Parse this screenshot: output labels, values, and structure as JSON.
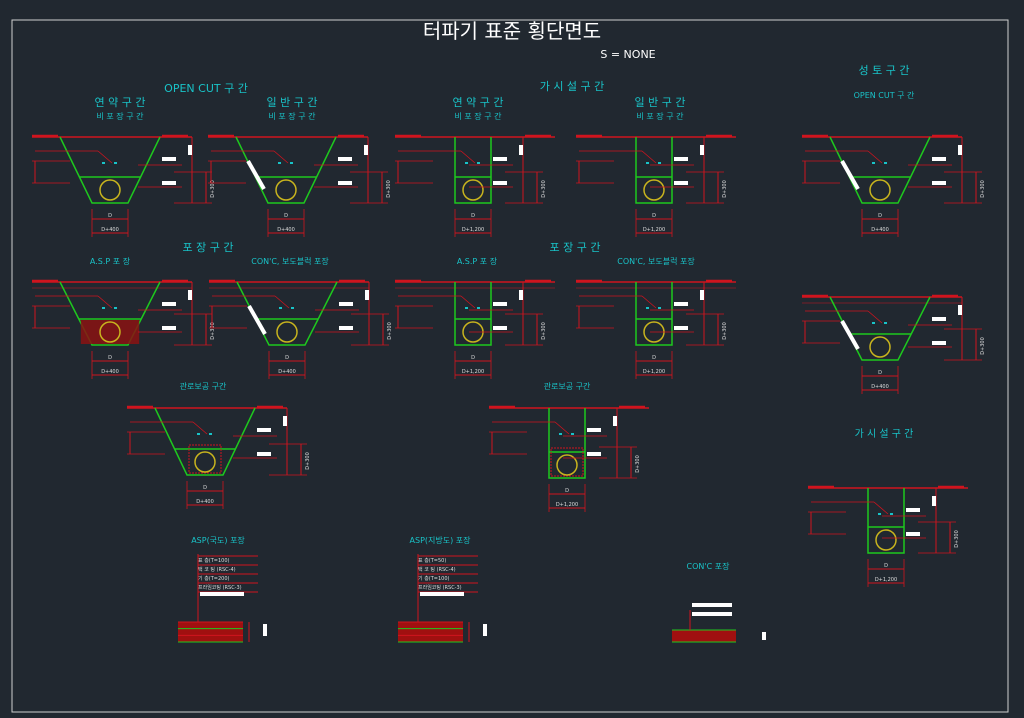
{
  "title": "터파기 표준 횡단면도",
  "scale": "S = NONE",
  "groups": {
    "open_cut": "OPEN CUT 구 간",
    "temporary": "가 시 설 구 간",
    "embankment": "성 토 구 간",
    "embankment_open_cut": "OPEN CUT 구 간",
    "embankment_temporary": "가 시 설 구 간",
    "pavement_left": "포 장 구 간",
    "pavement_right": "포 장 구 간",
    "protection_left": "관로보공 구간",
    "protection_right": "관로보공 구간"
  },
  "sections": {
    "soft_ground_1": "연 약 구 간",
    "soft_ground_1_sub": "비 포 장 구 간",
    "general_1": "일 반 구 간",
    "general_1_sub": "비 포 장 구 간",
    "soft_ground_2": "연 약 구 간",
    "soft_ground_2_sub": "비 포 장 구 간",
    "general_2": "일 반 구 간",
    "general_2_sub": "비 포 장 구 간",
    "asp_1": "A.S.P 포 장",
    "conc_block_1": "CON'C, 보도블럭 포장",
    "asp_2": "A.S.P 포 장",
    "conc_block_2": "CON'C, 보도블럭 포장"
  },
  "pavement_details": {
    "national_road": {
      "title": "ASP(국도) 포장",
      "layers": [
        "표 층(T=100)",
        "택 코 팅 (RSC-4)",
        "기 층(T=200)",
        "프라임코팅 (RSC-3)"
      ]
    },
    "local_road": {
      "title": "ASP(지방도) 포장",
      "layers": [
        "표 층(T=50)",
        "택 코 팅 (RSC-4)",
        "기 층(T=100)",
        "프라임코팅 (RSC-3)"
      ]
    },
    "concrete": {
      "title": "CON'C 포장"
    }
  },
  "dimensions": {
    "width_open_cut": "D+400",
    "width_temporary": "D+1,200",
    "pipe_dia": "D",
    "depth": "D+300"
  },
  "colors": {
    "background": "#212830",
    "excavation": "#1ec81e",
    "dimension": "#d0141e",
    "pipe": "#c8b41e",
    "label": "#19c3c8"
  }
}
